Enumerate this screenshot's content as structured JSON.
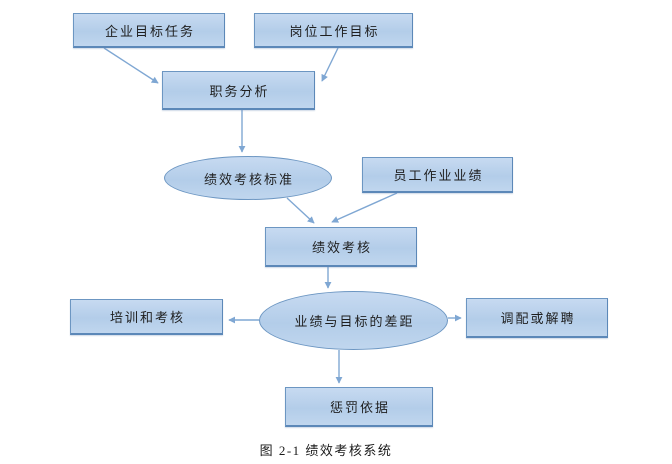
{
  "diagram": {
    "nodes": {
      "enterprise_goal": "企业目标任务",
      "post_goal": "岗位工作目标",
      "job_analysis": "职务分析",
      "appraisal_standard": "绩效考核标准",
      "employee_performance": "员工作业业绩",
      "performance_appraisal": "绩效考核",
      "gap": "业绩与目标的差距",
      "training": "培训和考核",
      "transfer_or_dismiss": "调配或解聘",
      "punishment_basis": "惩罚依据"
    },
    "caption": "图 2-1 绩效考核系统",
    "colors": {
      "fill_top": "#c7daf1",
      "fill_mid": "#b3cde9",
      "fill_bottom": "#c0d6ee",
      "node_border": "#6c96c2",
      "node_border_dark": "#5c88b8",
      "arrow": "#7fa7d3",
      "text": "#1f1f1f"
    }
  }
}
